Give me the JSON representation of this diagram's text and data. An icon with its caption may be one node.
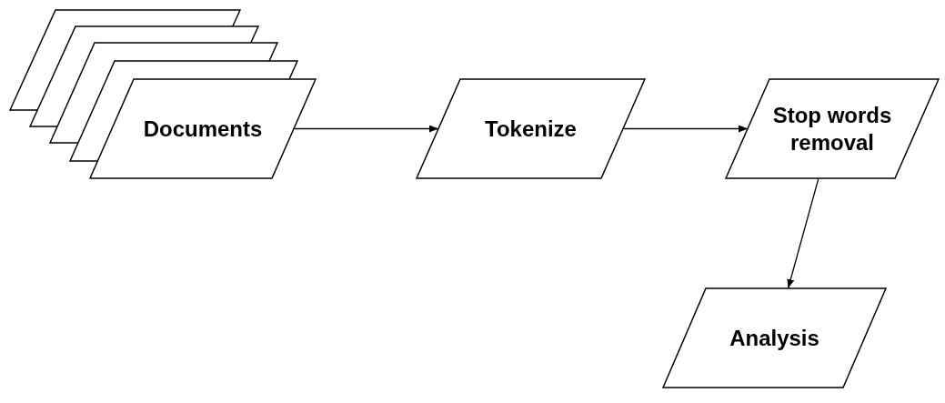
{
  "diagram": {
    "nodes": [
      {
        "text": [],
        "shape": "parallelogram"
      },
      {
        "text": [],
        "shape": "parallelogram"
      },
      {
        "text": [],
        "shape": "parallelogram"
      },
      {
        "text": [],
        "shape": "parallelogram"
      },
      {
        "text": [
          "Documents"
        ]
      },
      {
        "text": [
          "Tokenize"
        ]
      },
      {
        "text": [
          "Stop words removal"
        ]
      },
      {
        "text": [
          "Analysis"
        ]
      }
    ],
    "edges": [
      {
        "from": 4,
        "to": 5,
        "arrow": "to"
      },
      {
        "from": 5,
        "to": 6,
        "arrow": "to"
      },
      {
        "from": 6,
        "to": 7,
        "arrow": "to"
      }
    ]
  }
}
